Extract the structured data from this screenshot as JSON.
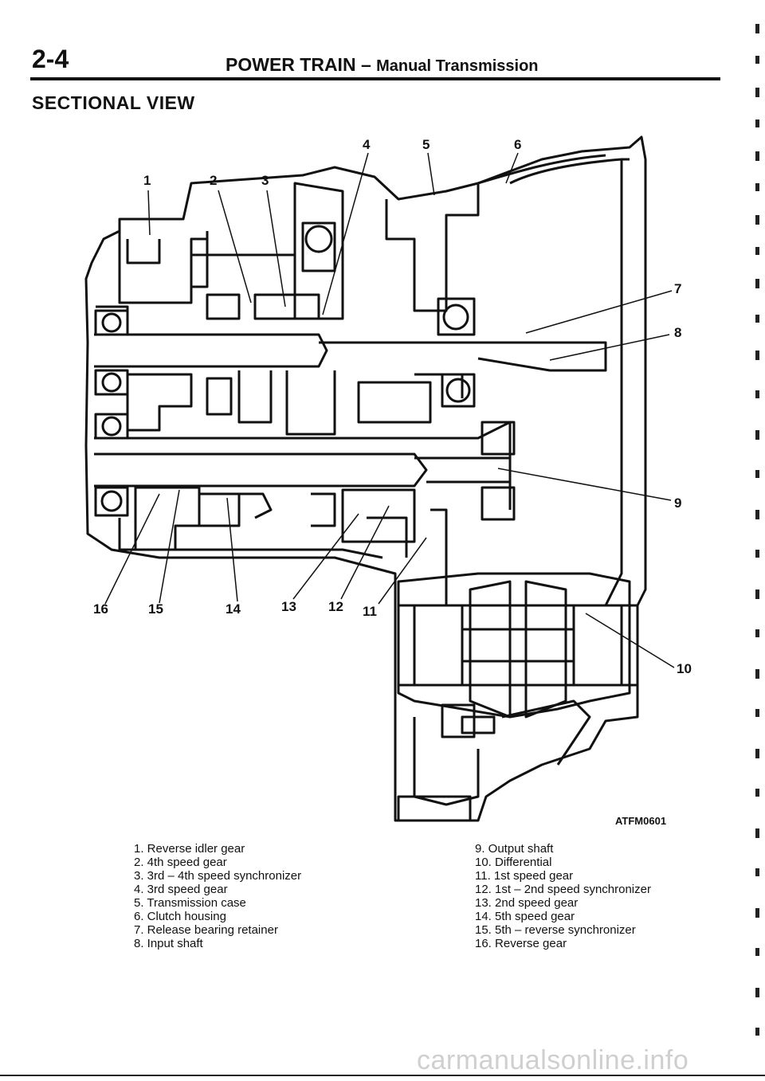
{
  "header": {
    "page_number": "2-4",
    "title_main": "POWER TRAIN – ",
    "title_sub": "Manual Transmission"
  },
  "section_title": "SECTIONAL VIEW",
  "figure": {
    "id": "ATFM0601",
    "callouts": [
      "1",
      "2",
      "3",
      "4",
      "5",
      "6",
      "7",
      "8",
      "9",
      "10",
      "11",
      "12",
      "13",
      "14",
      "15",
      "16"
    ]
  },
  "legend": {
    "left": [
      "1. Reverse idler gear",
      "2. 4th speed gear",
      "3. 3rd – 4th speed synchronizer",
      "4. 3rd speed gear",
      "5. Transmission case",
      "6. Clutch housing",
      "7. Release bearing retainer",
      "8. Input shaft"
    ],
    "right": [
      "9. Output shaft",
      "10. Differential",
      "11. 1st speed gear",
      "12. 1st – 2nd speed synchronizer",
      "13. 2nd speed gear",
      "14. 5th speed gear",
      "15. 5th – reverse synchronizer",
      "16. Reverse gear"
    ]
  },
  "watermark": "carmanualsonline.info"
}
